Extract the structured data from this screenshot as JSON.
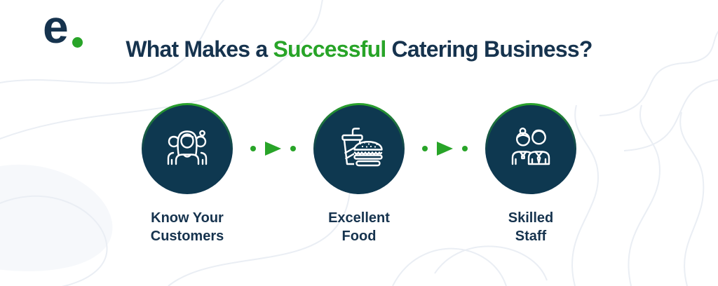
{
  "brand": {
    "letter": "e",
    "dot_icon": "green-dot"
  },
  "title": {
    "prefix": "What Makes a ",
    "highlight": "Successful",
    "suffix": " Catering Business?"
  },
  "steps": [
    {
      "name": "know-your-customers",
      "icon": "customers-icon",
      "label_lines": [
        "Know Your",
        "Customers"
      ]
    },
    {
      "name": "excellent-food",
      "icon": "food-icon",
      "label_lines": [
        "Excellent",
        "Food"
      ]
    },
    {
      "name": "skilled-staff",
      "icon": "staff-icon",
      "label_lines": [
        "Skilled",
        "Staff"
      ]
    }
  ],
  "connector": {
    "motif": "dot-arrow-dot",
    "arrow_icon": "play-arrow-right-icon"
  },
  "colors": {
    "background": "#FFFFFF",
    "navy_circle": "#0E3850",
    "text_navy": "#16334E",
    "green_accent": "#28A428",
    "icon_stroke": "#FFFFFF",
    "contour_line": "#EAEEF4"
  }
}
